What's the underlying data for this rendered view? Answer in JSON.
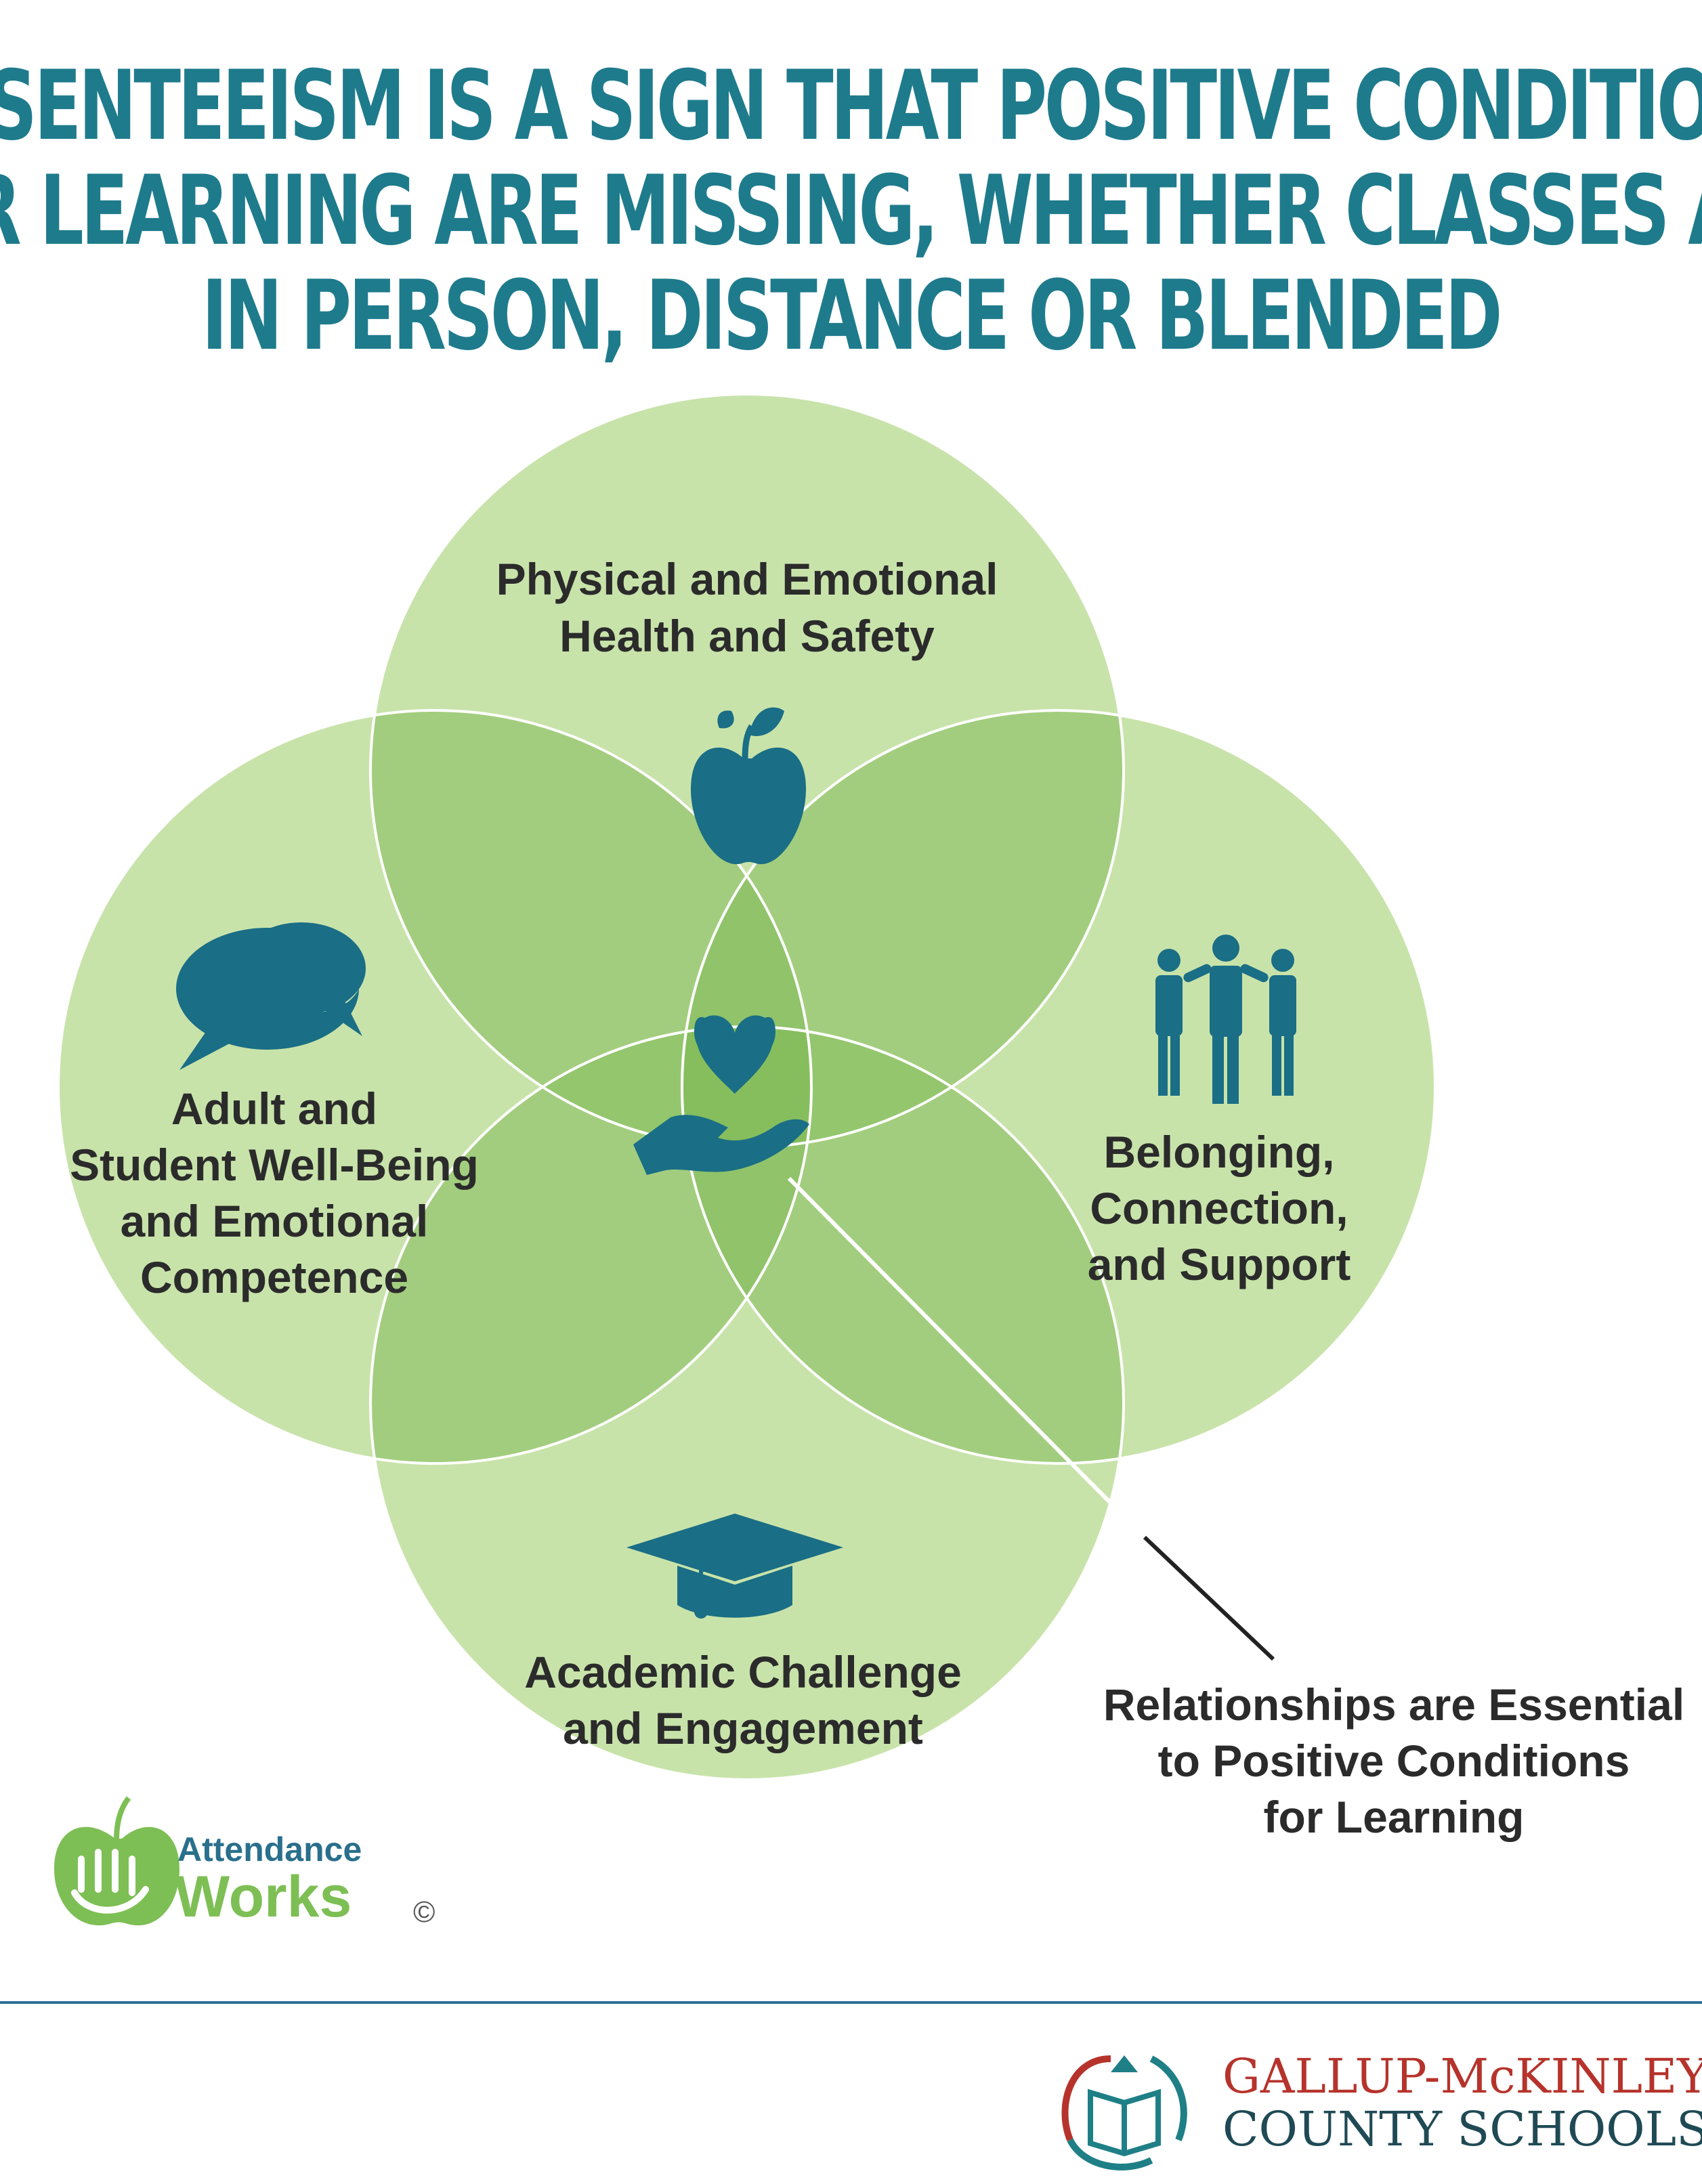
{
  "headline": {
    "line1": "ABSENTEEISM IS A SIGN THAT POSITIVE CONDITIONS",
    "line2": "FOR LEARNING ARE MISSING, WHETHER CLASSES ARE",
    "line3": "IN PERSON, DISTANCE OR BLENDED"
  },
  "circles": {
    "top": {
      "line1": "Physical and Emotional",
      "line2": "Health and Safety",
      "icon": "apple-icon"
    },
    "left": {
      "line1": "Adult and",
      "line2": "Student Well-Being",
      "line3": "and Emotional",
      "line4": "Competence",
      "icon": "speech-bubbles-icon"
    },
    "right": {
      "line1": "Belonging,",
      "line2": "Connection,",
      "line3": "and Support",
      "icon": "people-group-icon"
    },
    "bottom": {
      "line1": "Academic Challenge",
      "line2": "and Engagement",
      "icon": "graduation-cap-icon"
    },
    "center": {
      "icon": "heart-in-hand-icon"
    }
  },
  "callout": {
    "line1": "Relationships are Essential",
    "line2": "to Positive Conditions",
    "line3": "for Learning"
  },
  "logo_attendance": {
    "line1": "Attendance",
    "line2": "Works",
    "copyright": "©"
  },
  "logo_gallup": {
    "line1": "GALLUP-McKINLEY",
    "line2": "COUNTY SCHOOLS"
  },
  "colors": {
    "headline": "#1e7b8c",
    "icon": "#1a6e85",
    "circle_fill": "#c8e3aa",
    "circle_stroke": "#ffffff",
    "overlap_2": "#a2cd7e",
    "overlap_core": "#86be5e",
    "logo_green": "#7dbf55",
    "logo_blue": "#2a6f8c",
    "gallup_red": "#b6332b",
    "gallup_teal": "#1f7f86",
    "rule": "#2e6f95"
  }
}
